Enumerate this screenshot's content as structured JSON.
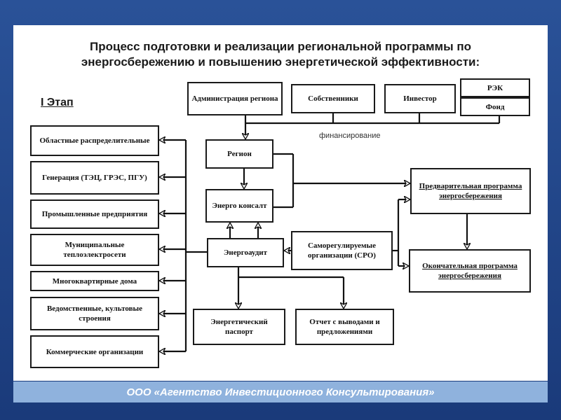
{
  "title_line1": "Процесс подготовки и реализации региональной программы по",
  "title_line2": "энергосбережению и повышению энергетической эффективности:",
  "stage": "I Этап",
  "financing_label": "финансирование",
  "footer": "ООО «Агентство Инвестиционного Консультирования»",
  "top_boxes": {
    "admin": "Администрация региона",
    "owners": "Собственники",
    "investor": "Инвестор",
    "rek": "РЭК",
    "fund": "Фонд"
  },
  "center": {
    "region": "Регион",
    "energo_consult": "Энерго консалт",
    "energoaudit": "Энергоаудит",
    "sro": "Саморегулируемые организации (СРО)",
    "passport": "Энергетический паспорт",
    "report": "Отчет с выводами и предложениями"
  },
  "right": {
    "preliminary": "Предварительная программа энергосбережения",
    "final": "Окончательная программа энергосбережения"
  },
  "left_boxes": [
    "Областные распределительные",
    "Генерация (ТЭЦ, ГРЭС, ПГУ)",
    "Промышленные предприятия",
    "Муниципальные теплоэлектросети",
    "Многоквартирные дома",
    "Ведомственные, культовые строения",
    "Коммерческие организации"
  ]
}
